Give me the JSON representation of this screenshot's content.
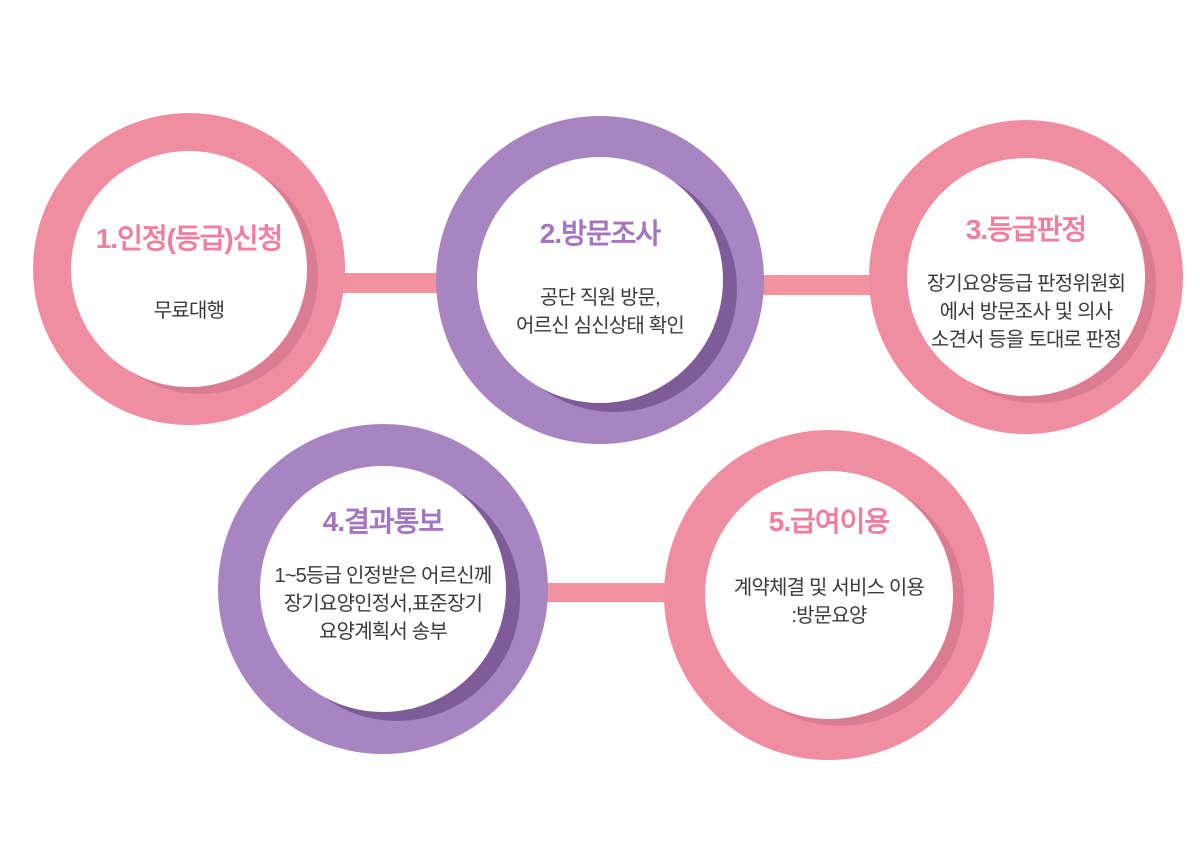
{
  "diagram": {
    "type": "process-flow",
    "language": "ko",
    "colors": {
      "pink_ring": "#F08DA1",
      "pink_shade": "#DB7D92",
      "purple_ring": "#A884C0",
      "purple_shade": "#7F5C97",
      "pink_title": "#F07F9D",
      "purple_title": "#A475C1",
      "body_text": "#3B3B3B",
      "connector": "#F2929F",
      "background": "#FFFFFF"
    },
    "steps": [
      {
        "number": 1,
        "title": "1.인정(등급)신청",
        "theme": "pink",
        "body": [
          "무료대행"
        ]
      },
      {
        "number": 2,
        "title": "2.방문조사",
        "theme": "purple",
        "body": [
          "공단 직원 방문,",
          "어르신 심신상태 확인"
        ]
      },
      {
        "number": 3,
        "title": "3.등급판정",
        "theme": "pink",
        "body": [
          "장기요양등급 판정위원회",
          "에서 방문조사 및 의사",
          "소견서 등을 토대로 판정"
        ]
      },
      {
        "number": 4,
        "title": "4.결과통보",
        "theme": "purple",
        "body": [
          "1~5등급 인정받은 어르신께",
          "장기요양인정서,표준장기",
          "요양계획서 송부"
        ]
      },
      {
        "number": 5,
        "title": "5.급여이용",
        "theme": "pink",
        "body": [
          "계약체결 및 서비스 이용",
          ":방문요양"
        ]
      }
    ]
  }
}
